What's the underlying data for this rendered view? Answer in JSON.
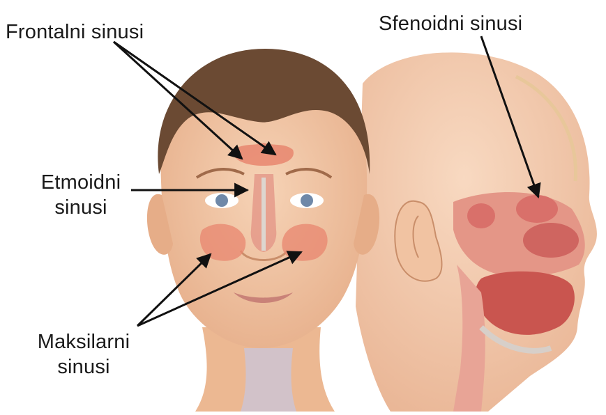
{
  "labels": {
    "frontal": "Frontalni sinusi",
    "sphenoid": "Sfenoidni sinusi",
    "ethmoid_line1": "Etmoidni",
    "ethmoid_line2": "sinusi",
    "maxillary_line1": "Maksilarni",
    "maxillary_line2": "sinusi"
  },
  "colors": {
    "skin": "#f2c9a8",
    "skin_shadow": "#dba07f",
    "hair": "#6b4a33",
    "sinus": "#e8866f",
    "tissue": "#d9706a",
    "cartilage": "#d7cfc9",
    "arrow": "#111111"
  }
}
